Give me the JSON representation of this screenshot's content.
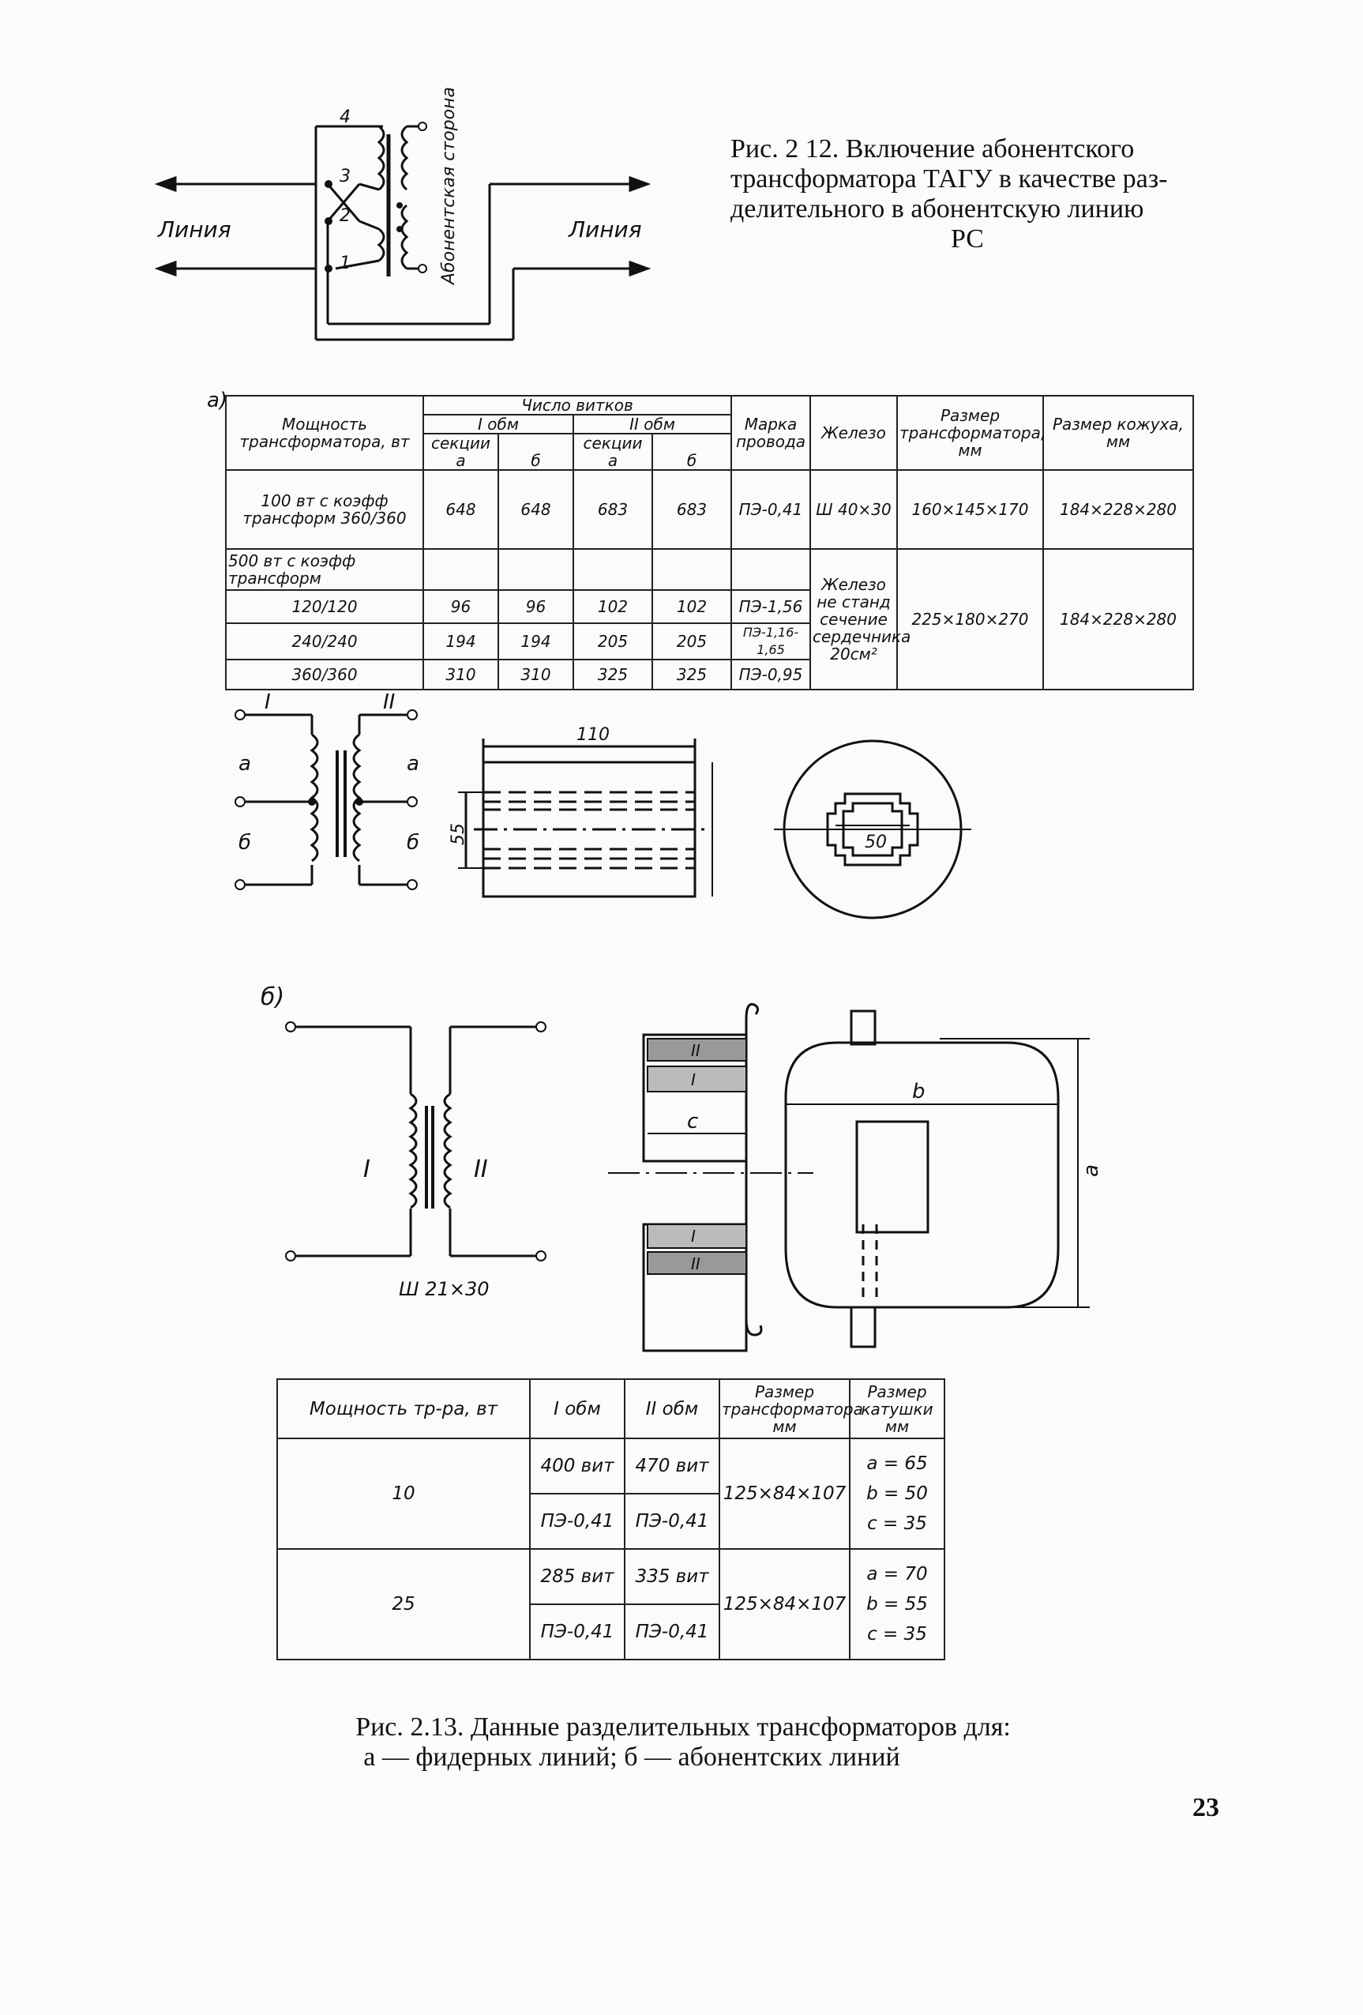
{
  "page_number": "23",
  "fig212": {
    "caption": "Рис. 2.12. Включение абонентского трансформатора ТАГУ в качестве разделительного в абонентскую линию РС",
    "caption_lines": [
      "Рис. 2 12. Включение абонентского",
      "трансформатора ТАГУ в качестве раз-",
      "делительного в абонентскую линию",
      "РС"
    ],
    "line_left": "Линия",
    "line_right": "Линия",
    "subscriber_side": "Абонентская сторона",
    "terminals": [
      "4",
      "3",
      "2",
      "1"
    ]
  },
  "table_a": {
    "label": "а)",
    "headers": {
      "power": "Мощность трансформатора, вт",
      "turns": "Число витков",
      "w1": "I обм",
      "w2": "II обм",
      "sections": "секции",
      "sec_a": "а",
      "sec_b": "б",
      "wire": "Марка провода",
      "iron": "Железо",
      "tsize": "Размер трансформатора, мм",
      "csize": "Размер кожуха, мм"
    },
    "row1": {
      "power": "100 вт с коэфф трансформ 360/360",
      "w1a": "648",
      "w1b": "648",
      "w2a": "683",
      "w2b": "683",
      "wire": "ПЭ-0,41",
      "iron": "Ш 40×30",
      "tsize": "160×145×170",
      "csize": "184×228×280"
    },
    "group": {
      "title": "500 вт с коэфф трансформ",
      "iron": "Железо не станд сечение сердечника 20см²",
      "tsize": "225×180×270",
      "csize": "184×228×280",
      "rows": [
        {
          "ratio": "120/120",
          "w1a": "96",
          "w1b": "96",
          "w2a": "102",
          "w2b": "102",
          "wire": "ПЭ-1,56"
        },
        {
          "ratio": "240/240",
          "w1a": "194",
          "w1b": "194",
          "w2a": "205",
          "w2b": "205",
          "wire": "ПЭ-1,16-1,65"
        },
        {
          "ratio": "360/360",
          "w1a": "310",
          "w1b": "310",
          "w2a": "325",
          "w2b": "325",
          "wire": "ПЭ-0,95"
        }
      ]
    }
  },
  "diagram_a": {
    "windings": [
      "I",
      "II"
    ],
    "taps": [
      "а",
      "б"
    ],
    "dim_length": "110",
    "dim_height": "55",
    "dim_core": "50"
  },
  "diagram_b": {
    "label": "б)",
    "windings": [
      "I",
      "II"
    ],
    "core": "Ш 21×30",
    "dims": [
      "с",
      "b",
      "а"
    ],
    "coil_labels": [
      "II",
      "I",
      "I",
      "II"
    ]
  },
  "table_b": {
    "headers": {
      "power": "Мощность тр-ра, вт",
      "w1": "I обм",
      "w2": "II обм",
      "tsize": "Размер трансформатора мм",
      "coil": "Размер катушки мм"
    },
    "rows": [
      {
        "power": "10",
        "w1_turns": "400 вит",
        "w1_wire": "ПЭ-0,41",
        "w2_turns": "470 вит",
        "w2_wire": "ПЭ-0,41",
        "tsize": "125×84×107",
        "a": "а = 65",
        "b": "b = 50",
        "c": "с = 35"
      },
      {
        "power": "25",
        "w1_turns": "285 вит",
        "w1_wire": "ПЭ-0,41",
        "w2_turns": "335 вит",
        "w2_wire": "ПЭ-0,41",
        "tsize": "125×84×107",
        "a": "а = 70",
        "b": "b = 55",
        "c": "с = 35"
      }
    ]
  },
  "fig213": {
    "caption_line1": "Рис. 2.13. Данные разделительных трансформаторов для:",
    "caption_line2": "а — фидерных линий; б — абонентских линий"
  }
}
